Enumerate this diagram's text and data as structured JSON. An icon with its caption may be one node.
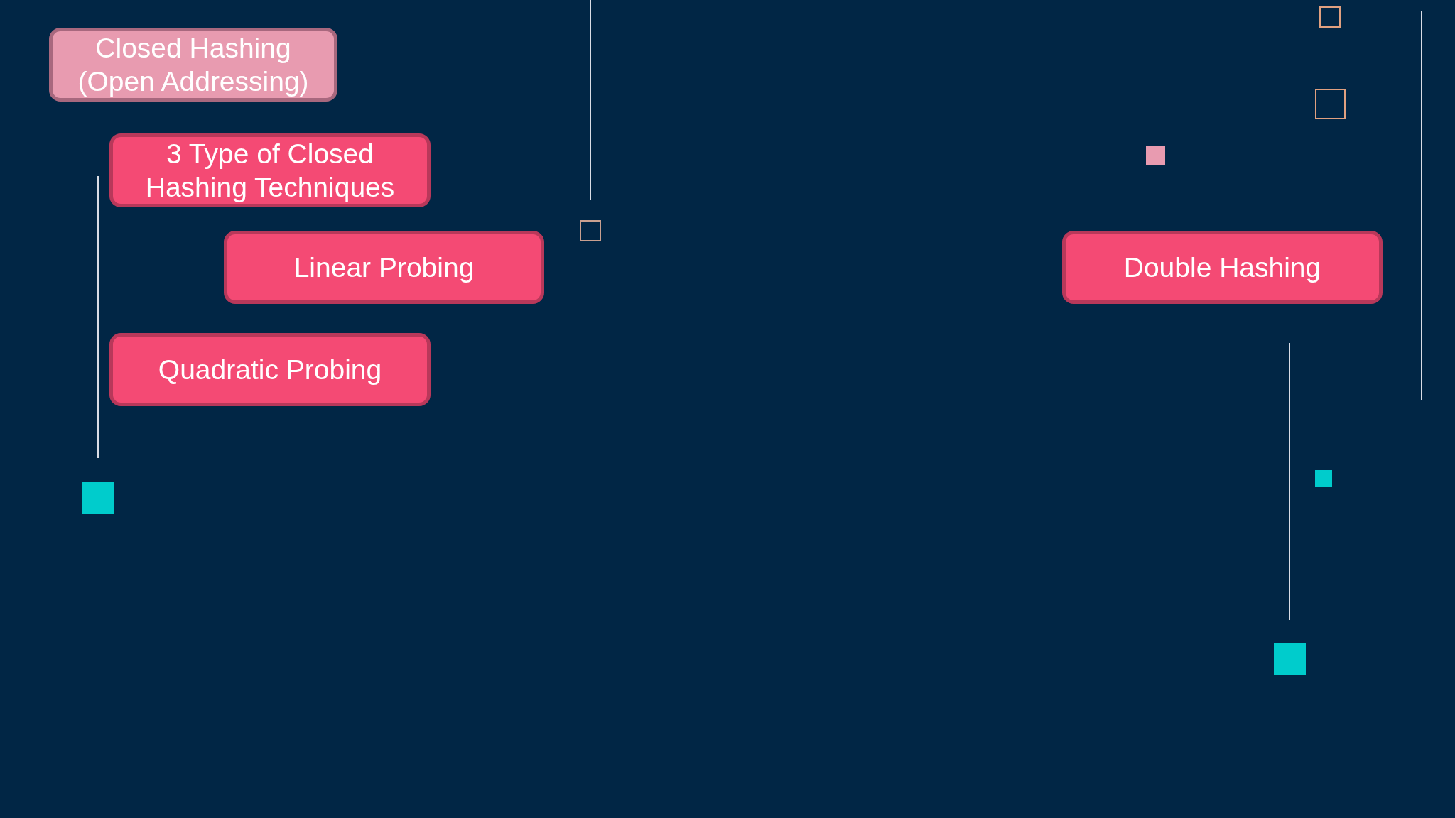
{
  "diagram": {
    "nodes": [
      {
        "text": [
          "Closed Hashing (Open Addressing)"
        ]
      },
      {
        "text": [
          "3 Type of Closed Hashing Techniques"
        ]
      },
      {
        "text": [
          "Linear Probing"
        ]
      },
      {
        "text": [
          "Quadratic Probing"
        ]
      },
      {
        "text": [
          "Double Hashing"
        ]
      }
    ]
  }
}
